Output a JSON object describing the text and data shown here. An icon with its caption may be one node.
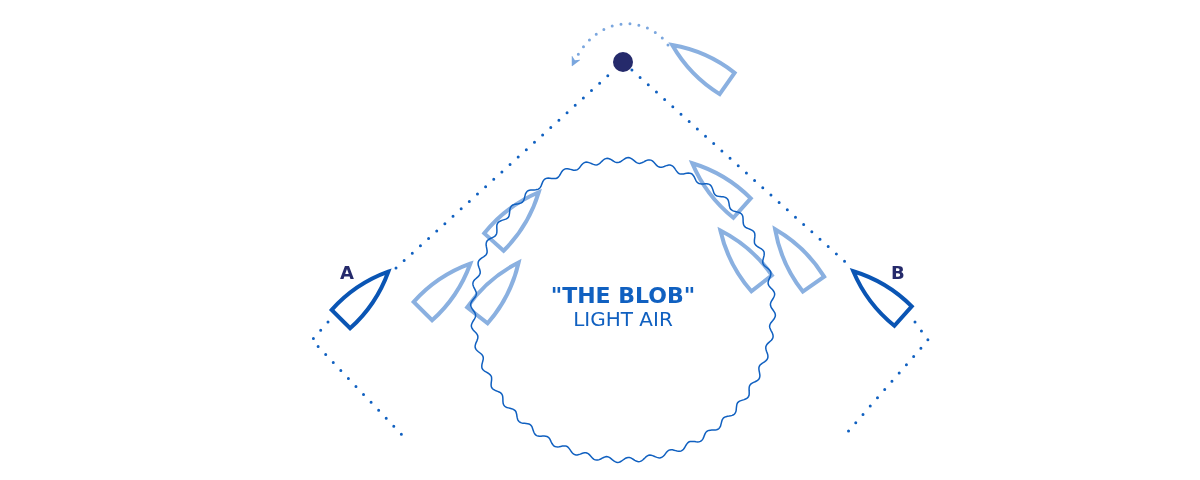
{
  "diagram": {
    "nodes": [
      {
        "text": [
          "\"THE BLOB\"",
          "LIGHT AIR"
        ]
      },
      {
        "text": [],
        "shape": "boat"
      },
      {
        "text": [],
        "shape": "circle"
      },
      {
        "text": [],
        "shape": "boat"
      }
    ],
    "edges": [
      {
        "from": 1,
        "to": 2,
        "arrow": "none",
        "style": "dashed"
      },
      {
        "from": 2,
        "to": 3,
        "arrow": "none",
        "style": "dashed"
      }
    ],
    "labels": [
      "A",
      "B"
    ]
  }
}
